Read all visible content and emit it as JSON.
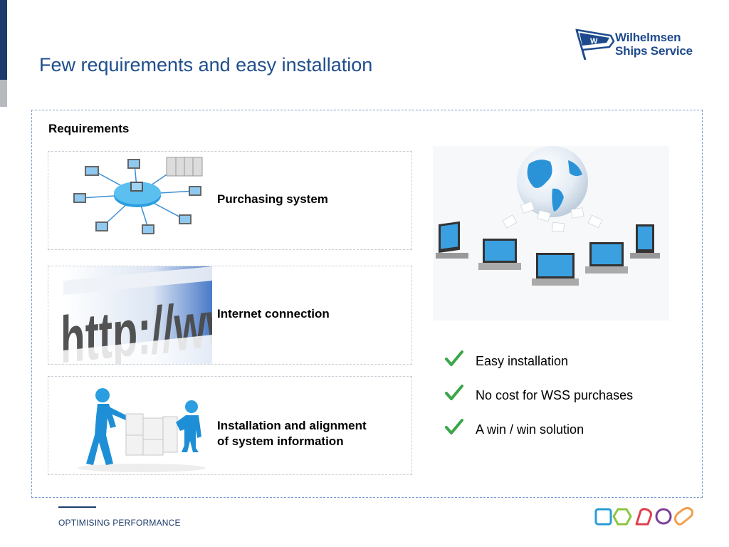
{
  "slide": {
    "title": "Few requirements and easy installation",
    "logo": {
      "line1": "Wilhelmsen",
      "line2": "Ships Service",
      "flag_letter": "W"
    }
  },
  "requirements": {
    "heading": "Requirements",
    "items": [
      {
        "label": "Purchasing system",
        "icon": "network-computers-image"
      },
      {
        "label": "Internet connection",
        "icon": "http-www-image"
      },
      {
        "label_line1": "Installation and alignment",
        "label_line2": "of system information",
        "icon": "puzzle-figures-image"
      }
    ]
  },
  "benefits": {
    "items": [
      {
        "text": "Easy installation"
      },
      {
        "text": "No cost for WSS purchases"
      },
      {
        "text": "A win / win solution"
      }
    ],
    "check_color": "#3aa64a"
  },
  "footer": {
    "tagline": "OPTIMISING PERFORMANCE",
    "shape_colors": [
      "#2a9dd4",
      "#8cc63f",
      "#e04050",
      "#7b3f98",
      "#f0a04b"
    ]
  },
  "colors": {
    "title": "#1f4e8c",
    "brand_navy": "#1d3b6b",
    "frame_border": "#7f9ccf"
  }
}
